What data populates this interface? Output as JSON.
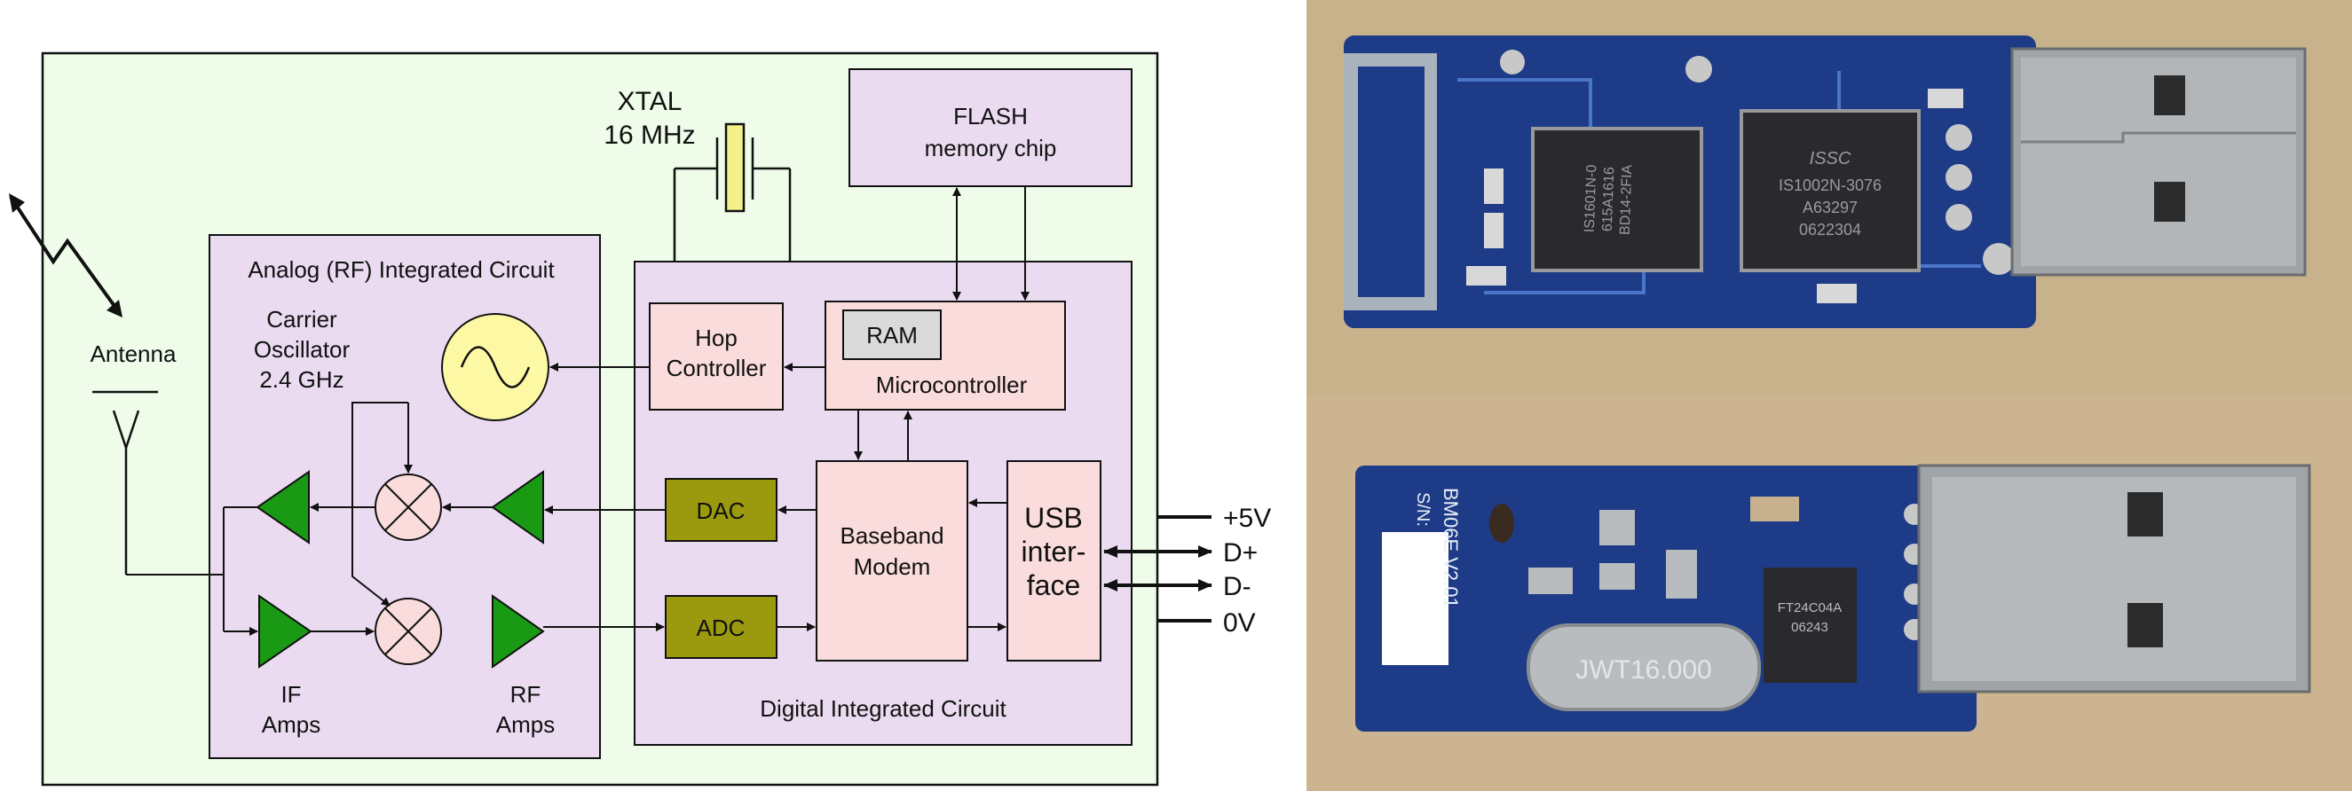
{
  "diagram": {
    "xtal_label": "XTAL",
    "xtal_freq": "16 MHz",
    "flash_line1": "FLASH",
    "flash_line2": "memory chip",
    "analog_ic_title": "Analog (RF) Integrated Circuit",
    "carrier_line1": "Carrier",
    "carrier_line2": "Oscillator",
    "carrier_line3": "2.4 GHz",
    "antenna_label": "Antenna",
    "hop_line1": "Hop",
    "hop_line2": "Controller",
    "ram_label": "RAM",
    "microcontroller_label": "Microcontroller",
    "dac_label": "DAC",
    "adc_label": "ADC",
    "baseband_line1": "Baseband",
    "baseband_line2": "Modem",
    "usb_line1": "USB",
    "usb_line2": "inter-",
    "usb_line3": "face",
    "if_amps_line1": "IF",
    "if_amps_line2": "Amps",
    "rf_amps_line1": "RF",
    "rf_amps_line2": "Amps",
    "digital_ic_title": "Digital Integrated Circuit",
    "pin_5v": "+5V",
    "pin_dplus": "D+",
    "pin_dminus": "D-",
    "pin_0v": "0V"
  },
  "photo": {
    "chip1_line1": "IS1601N-0",
    "chip1_line2": "615A1616",
    "chip1_line3": "BD14-2FIA",
    "chip2_logo": "ISSC",
    "chip2_line1": "IS1002N-3076",
    "chip2_line2": "A63297",
    "chip2_line3": "0622304",
    "board_silk_1": "S/N:",
    "board_silk_2": "BM06E V2.01",
    "crystal_marking": "JWT16.000",
    "eeprom_line1": "FT24C04A",
    "eeprom_line2": "06243"
  },
  "colors": {
    "outer_bg": "#eefce9",
    "ic_fill": "#eadbf0",
    "block_fill": "#fbdcdc",
    "converter_fill": "#9b9a0f",
    "amp_green": "#1a9a14",
    "oscillator_fill": "#fdf8a4",
    "crystal_fill": "#f5f08a",
    "pcb_blue": "#1d3b86",
    "background_tan": "#c9b38e"
  }
}
